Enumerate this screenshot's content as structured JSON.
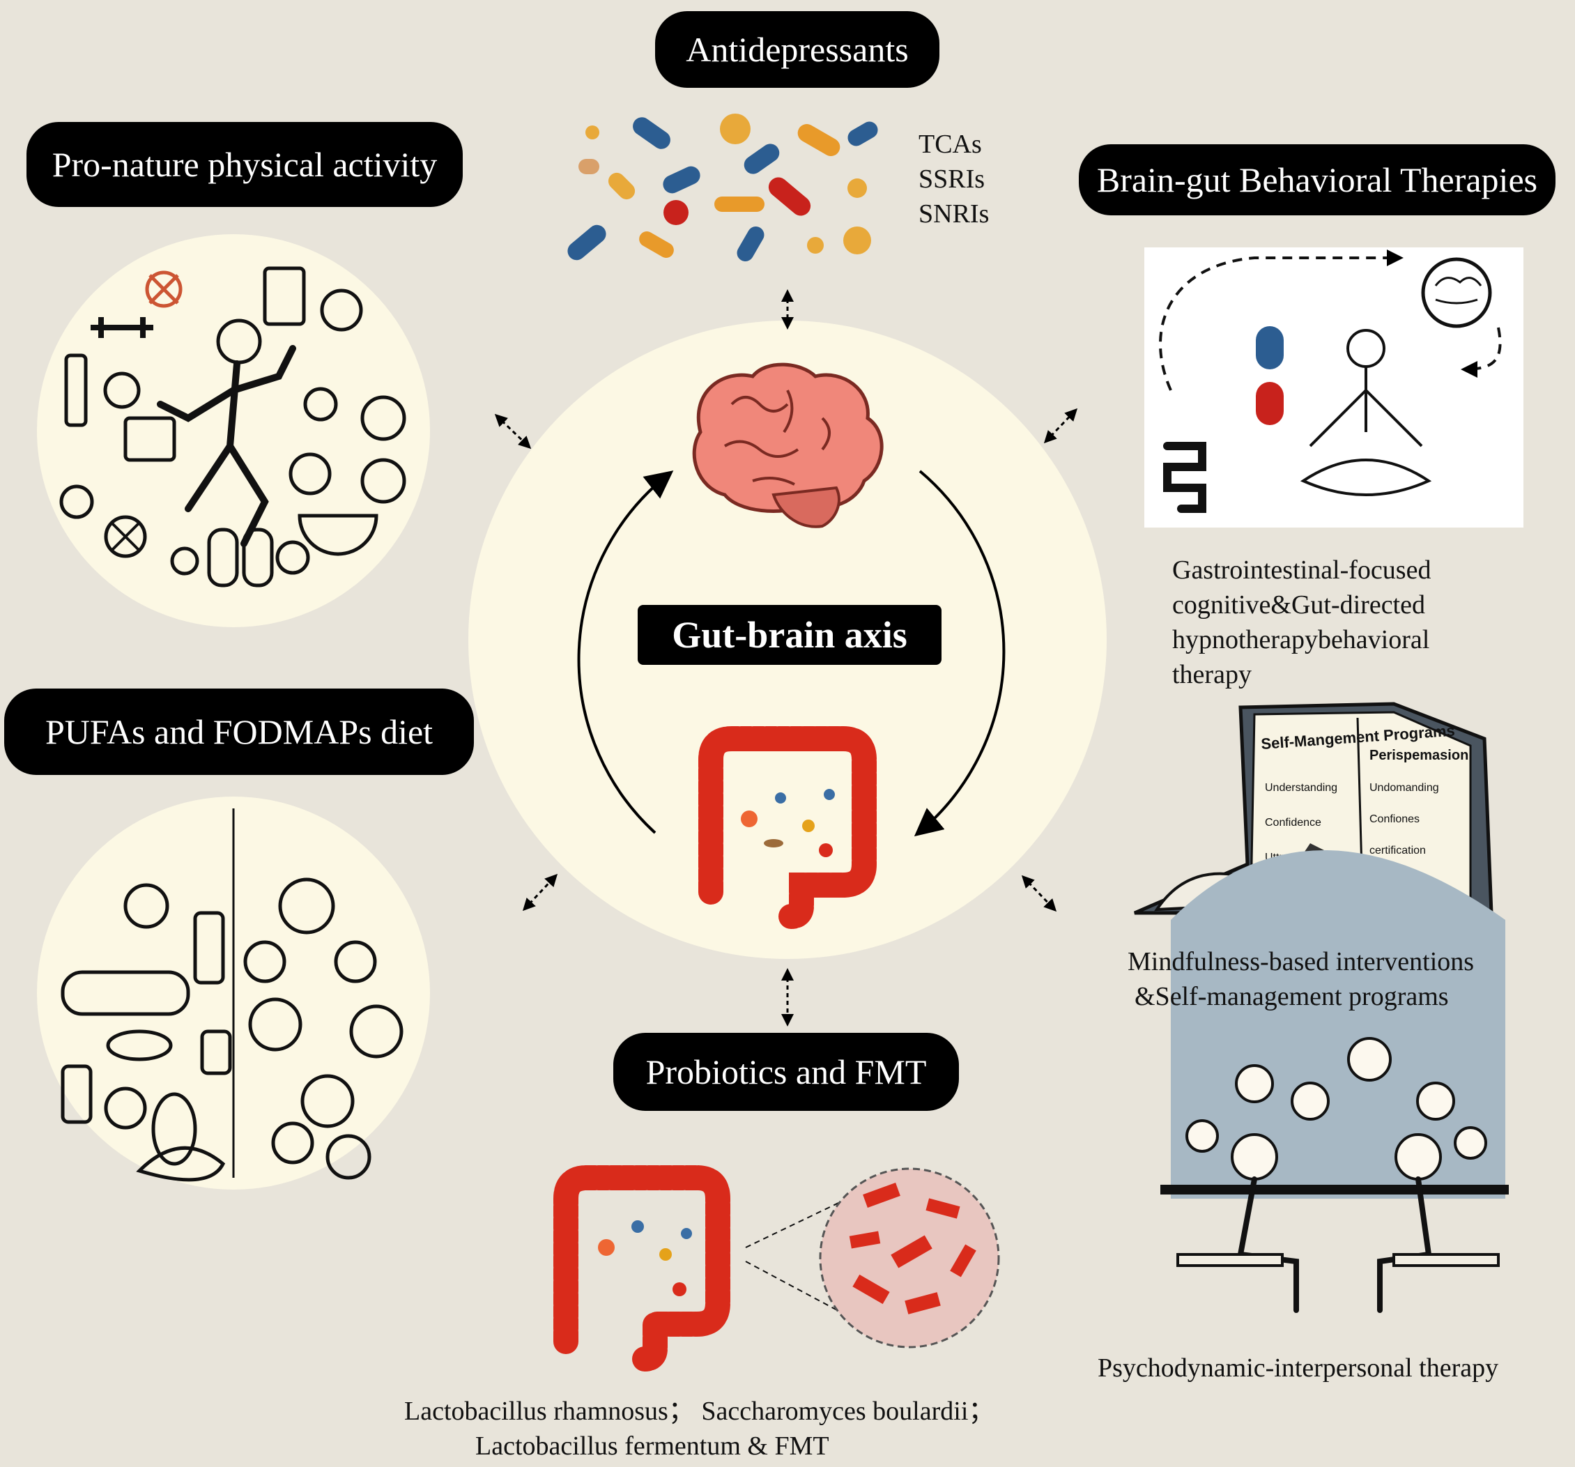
{
  "pills": {
    "antidepressants": "Antidepressants",
    "physical_activity": "Pro-nature physical activity",
    "behavioral": "Brain-gut Behavioral Therapies",
    "diet": "PUFAs and FODMAPs diet",
    "probiotics": "Probiotics and FMT"
  },
  "center": "Gut-brain axis",
  "drug_classes": [
    "TCAs",
    "SSRIs",
    "SNRIs"
  ],
  "therapies": {
    "gi_cbt": [
      "Gastrointestinal-focused",
      "cognitive&Gut-directed",
      "hypnotherapybehavioral",
      "therapy"
    ],
    "mindfulness": [
      "Mindfulness-based interventions",
      "&Self-management programs"
    ],
    "psychodynamic": "Psychodynamic-interpersonal therapy"
  },
  "probiotic_strains": [
    "Lactobacillus rhamnosus；   Saccharomyces boulardii；",
    "Lactobacillus fermentum & FMT"
  ],
  "clipboard": {
    "title": "Self-Mangement Programs",
    "col2": "Perispemasion",
    "rows": [
      "Understanding",
      "Confidence",
      "Uttrreisen of"
    ],
    "rows2": [
      "Undomanding",
      "Confiones",
      "certification"
    ]
  },
  "colors": {
    "background": "#e8e4da",
    "circle": "#fcf8e4",
    "pill": "#000000",
    "gut_red": "#d92b1b",
    "brain_pink": "#f0877a"
  }
}
